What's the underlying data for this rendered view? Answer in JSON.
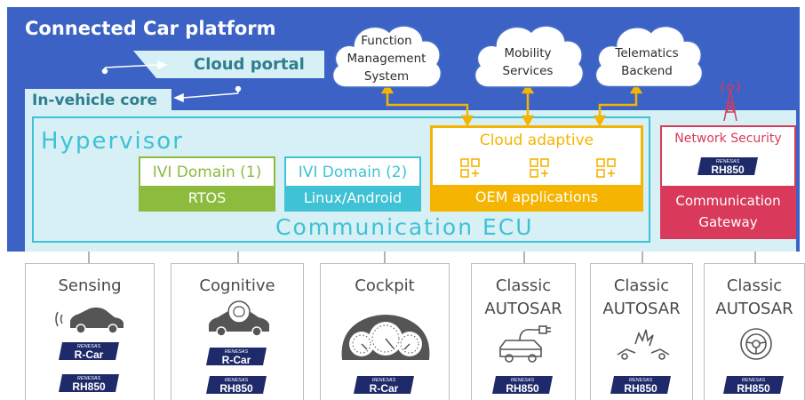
{
  "platform": {
    "title": "Connected Car platform"
  },
  "clouds": [
    {
      "lines": [
        "Function",
        "Management",
        "System"
      ]
    },
    {
      "lines": [
        "Mobility",
        "Services"
      ]
    },
    {
      "lines": [
        "Telematics",
        "Backend"
      ]
    }
  ],
  "cloud_portal": {
    "label": "Cloud portal"
  },
  "in_vehicle_core": {
    "label": "In-vehicle core"
  },
  "hypervisor": {
    "label": "Hypervisor"
  },
  "communication_ecu": {
    "label": "Communication ECU"
  },
  "ivi_domain_1": {
    "title": "IVI Domain (1)",
    "os": "RTOS"
  },
  "ivi_domain_2": {
    "title": "IVI Domain (2)",
    "os": "Linux/Android"
  },
  "cloud_adaptive": {
    "title": "Cloud adaptive",
    "footer": "OEM applications"
  },
  "network_security": {
    "title": "Network Security",
    "gateway_lines": [
      "Communication",
      "Gateway"
    ]
  },
  "brand": {
    "maker": "RENESAS",
    "rcar": "R-Car",
    "rh850": "RH850"
  },
  "colors": {
    "platform_blue": "#3b62c4",
    "teal": "#3fc2d6",
    "green": "#8dbb3e",
    "gold": "#f5b400",
    "red": "#d9395a",
    "logo_navy": "#1f2a6b"
  },
  "ecus": [
    {
      "name_lines": [
        "Sensing"
      ],
      "icon": "car-sensor-icon",
      "chips": [
        "R-Car",
        "RH850"
      ]
    },
    {
      "name_lines": [
        "Cognitive"
      ],
      "icon": "car-brain-icon",
      "chips": [
        "R-Car",
        "RH850"
      ]
    },
    {
      "name_lines": [
        "Cockpit"
      ],
      "icon": "gauge-cluster-icon",
      "chips": [
        "R-Car"
      ]
    },
    {
      "name_lines": [
        "Classic",
        "AUTOSAR"
      ],
      "icon": "ev-charging-icon",
      "chips": [
        "RH850"
      ]
    },
    {
      "name_lines": [
        "Classic",
        "AUTOSAR"
      ],
      "icon": "collision-icon",
      "chips": [
        "RH850"
      ]
    },
    {
      "name_lines": [
        "Classic",
        "AUTOSAR"
      ],
      "icon": "steering-wheel-icon",
      "chips": [
        "RH850"
      ]
    }
  ]
}
